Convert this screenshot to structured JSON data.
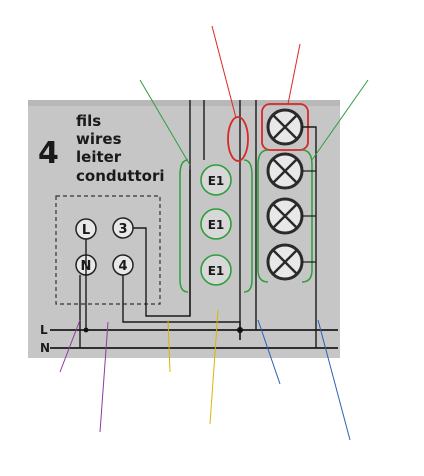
{
  "panel": {
    "count_number": "4",
    "words": [
      "fils",
      "wires",
      "leiter",
      "conduttori"
    ],
    "bus_L": "L",
    "bus_N": "N",
    "terminal_L": "L",
    "terminal_N": "N",
    "terminal_3": "3",
    "terminal_4": "4",
    "switch_label": "E1"
  },
  "annotations": {
    "red_top": {
      "text": "",
      "color": "#d62828"
    },
    "red_right": {
      "text": "",
      "color": "#d62828"
    },
    "green_left": {
      "text": "",
      "color": "#2e9e3a"
    },
    "green_right": {
      "text": "",
      "color": "#2e9e3a"
    },
    "purple_left": {
      "text": "",
      "color": "#8e3a9e"
    },
    "purple_bottom": {
      "text": "",
      "color": "#8e3a9e"
    },
    "yellow_mid": {
      "text": "",
      "color": "#e0b400"
    },
    "yellow_bottom": {
      "text": "",
      "color": "#e0b400"
    },
    "blue_mid": {
      "text": "",
      "color": "#2b5fb8"
    },
    "blue_bottom": {
      "text": "",
      "color": "#2b5fb8"
    }
  },
  "colors": {
    "panel_bg": "#c4c4c4",
    "wire": "#1a1a1a",
    "lamp_stroke": "#2a2a2a",
    "green": "#2e9e3a",
    "red": "#d62828"
  }
}
